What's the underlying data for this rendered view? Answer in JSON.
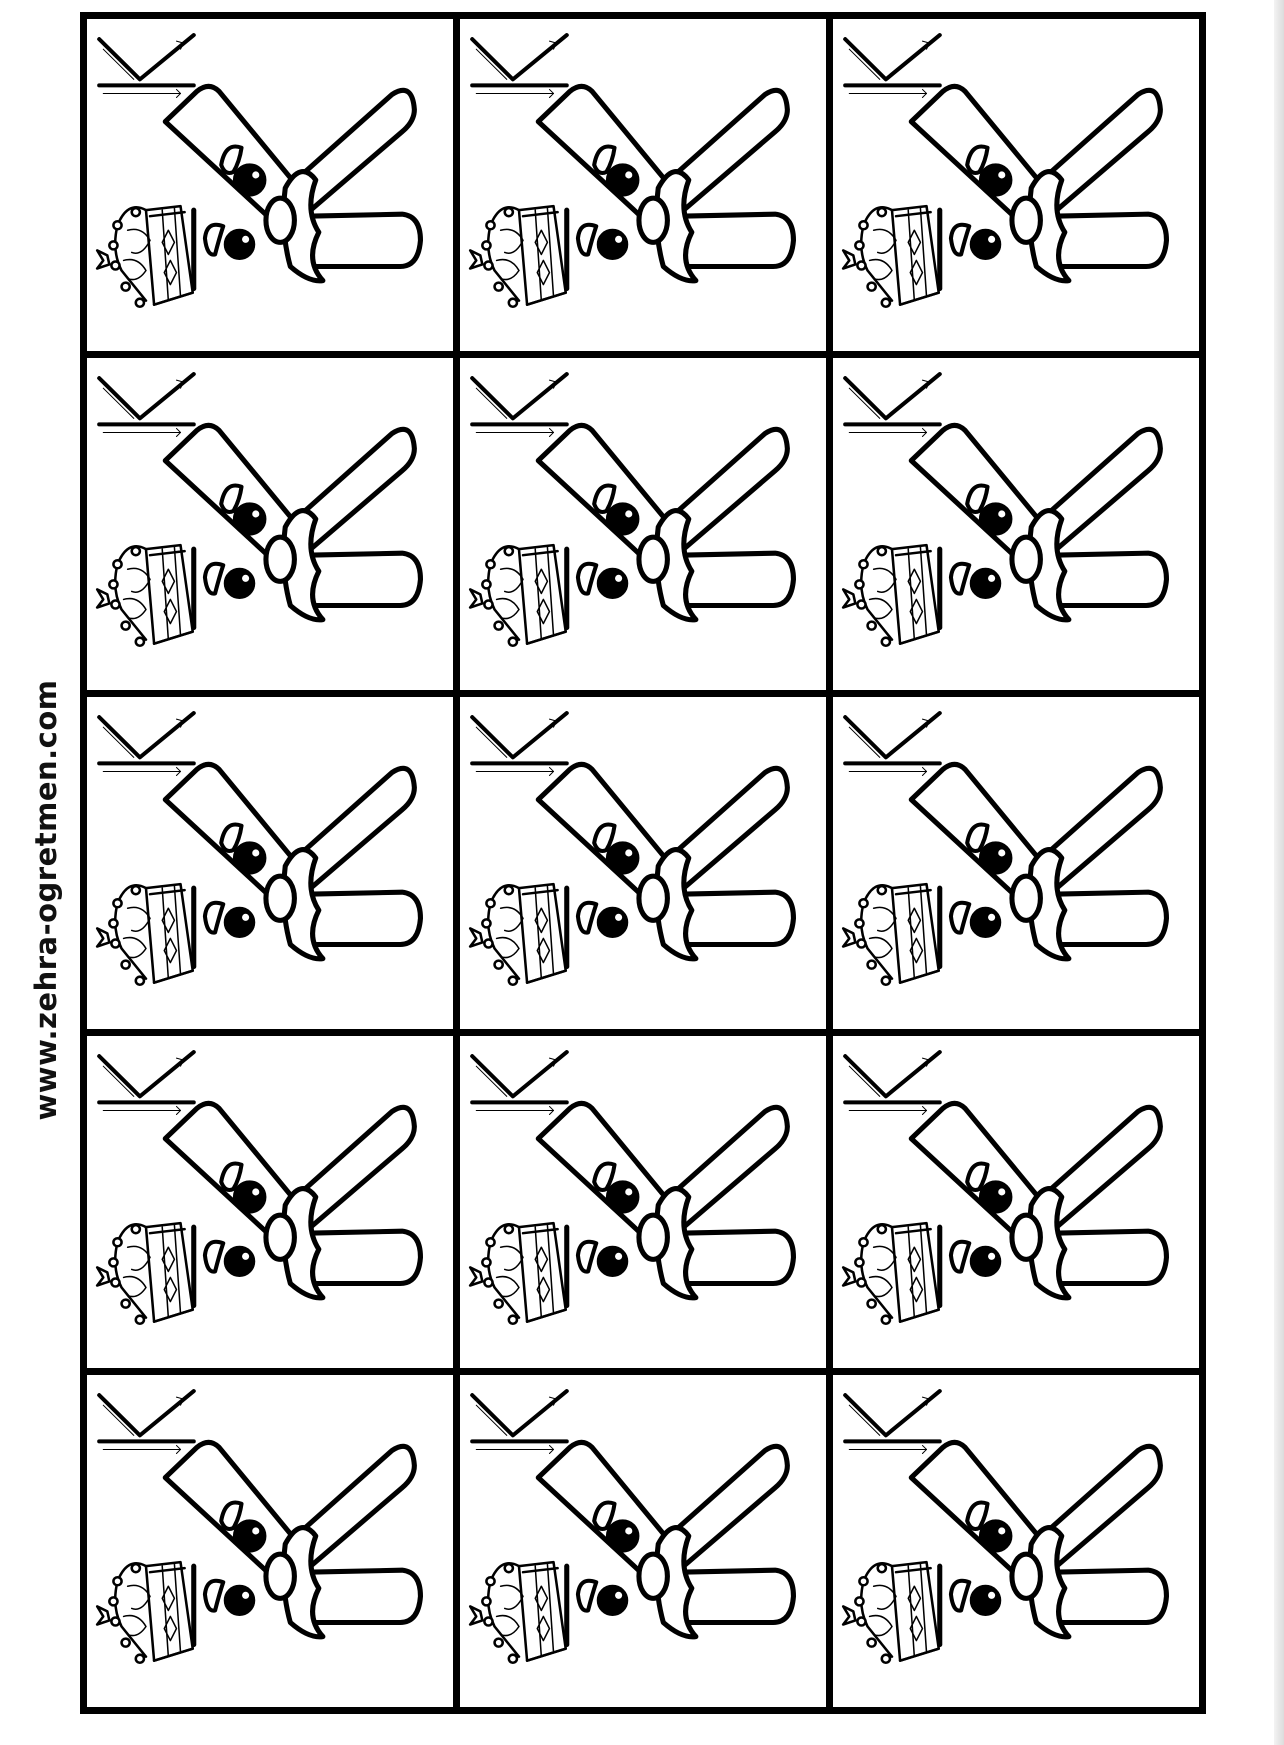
{
  "watermark": {
    "text": "www.zehra-ogretmen.com"
  },
  "worksheet": {
    "rows": 5,
    "columns": 3,
    "cell_icon": "letter-k-king-character-icon"
  },
  "colors": {
    "line": "#000000",
    "background": "#ffffff"
  }
}
